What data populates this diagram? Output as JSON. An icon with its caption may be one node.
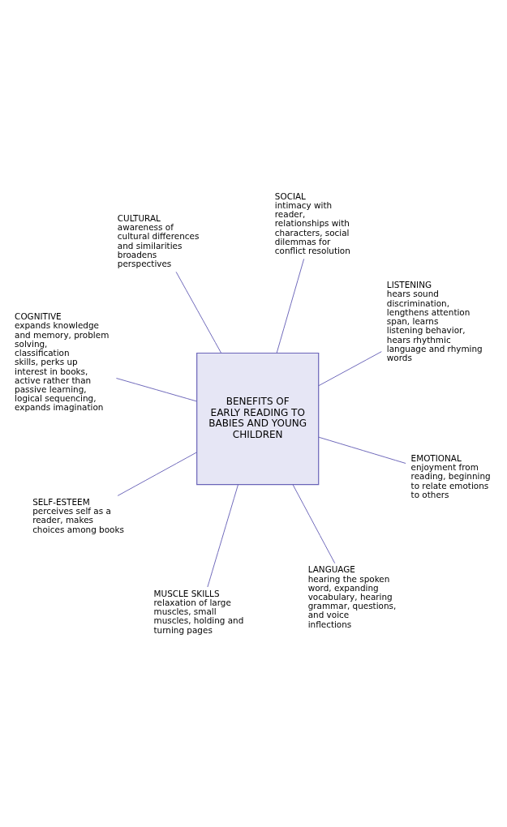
{
  "diagram": {
    "nodes": [
      {
        "text": [
          "COGNITIVE",
          "expands knowledge and memory, problem solving, classification skills, perks up interest in books, active rather than passive learning, logical sequencing, expands imagination"
        ]
      },
      {
        "text": [
          "LISTENING",
          "hears sound discrimination, lengthens attention span, learns listening behavior, hears rhythmic language and rhyming words"
        ]
      },
      {
        "text": [
          "LANGUAGE",
          "hearing the spoken word, expanding vocabulary, hearing grammar, questions, and voice inflections"
        ]
      },
      {
        "text": [
          "SOCIAL",
          "intimacy with reader, relationships with characters, social dilemmas for conflict resolution"
        ]
      },
      {
        "text": [
          "BENEFITS OF EARLY READING TO BABIES AND YOUNG CHILDREN"
        ]
      },
      {
        "text": [
          "CULTURAL",
          "awareness of cultural differences and similarities broadens perspectives"
        ]
      },
      {
        "text": [
          "SELF-ESTEEM",
          "perceives self as a reader, makes choices among books"
        ]
      },
      {
        "text": [
          "EMOTIONAL",
          "enjoyment from reading, beginning to relate emotions to others"
        ]
      },
      {
        "text": [
          "MUSCLE SKILLS",
          "relaxation of large muscles, small muscles, holding and turning pages"
        ]
      }
    ],
    "edges": [
      {
        "from": 0,
        "to": 4,
        "arrow": "none"
      },
      {
        "from": 1,
        "to": 4,
        "arrow": "none"
      },
      {
        "from": 2,
        "to": 4,
        "arrow": "none"
      },
      {
        "from": 3,
        "to": 4,
        "arrow": "none"
      },
      {
        "from": 5,
        "to": 4,
        "arrow": "none"
      },
      {
        "from": 6,
        "to": 4,
        "arrow": "none"
      },
      {
        "from": 7,
        "to": 4,
        "arrow": "none"
      },
      {
        "from": 8,
        "to": 4,
        "arrow": "none"
      }
    ]
  }
}
